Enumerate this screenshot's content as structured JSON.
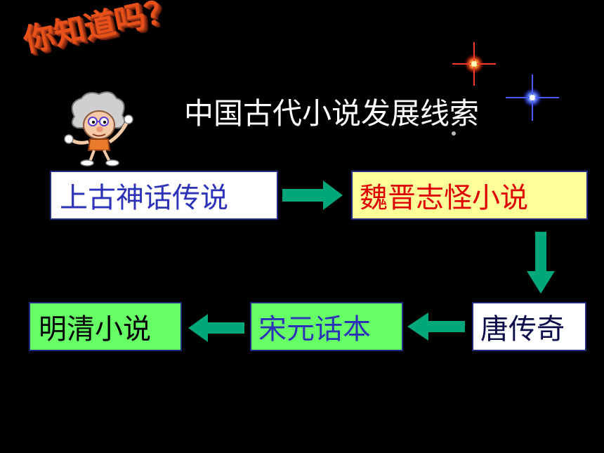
{
  "header": {
    "question": "你知道吗？",
    "title": "中国古代小说发展线索"
  },
  "flow": {
    "stage1": "上古神话传说",
    "stage2": "魏晋志怪小说",
    "stage3": "唐传奇",
    "stage4": "宋元话本",
    "stage5": "明清小说"
  },
  "colors": {
    "background": "#000000",
    "arrow": "#00a77a",
    "box_white": "#ffffff",
    "box_yellow": "#ffff99",
    "box_green": "#66ff66",
    "text_blue": "#2c33b8",
    "text_red": "#e00000",
    "text_navy": "#0b0b4a",
    "text_black": "#000000"
  }
}
